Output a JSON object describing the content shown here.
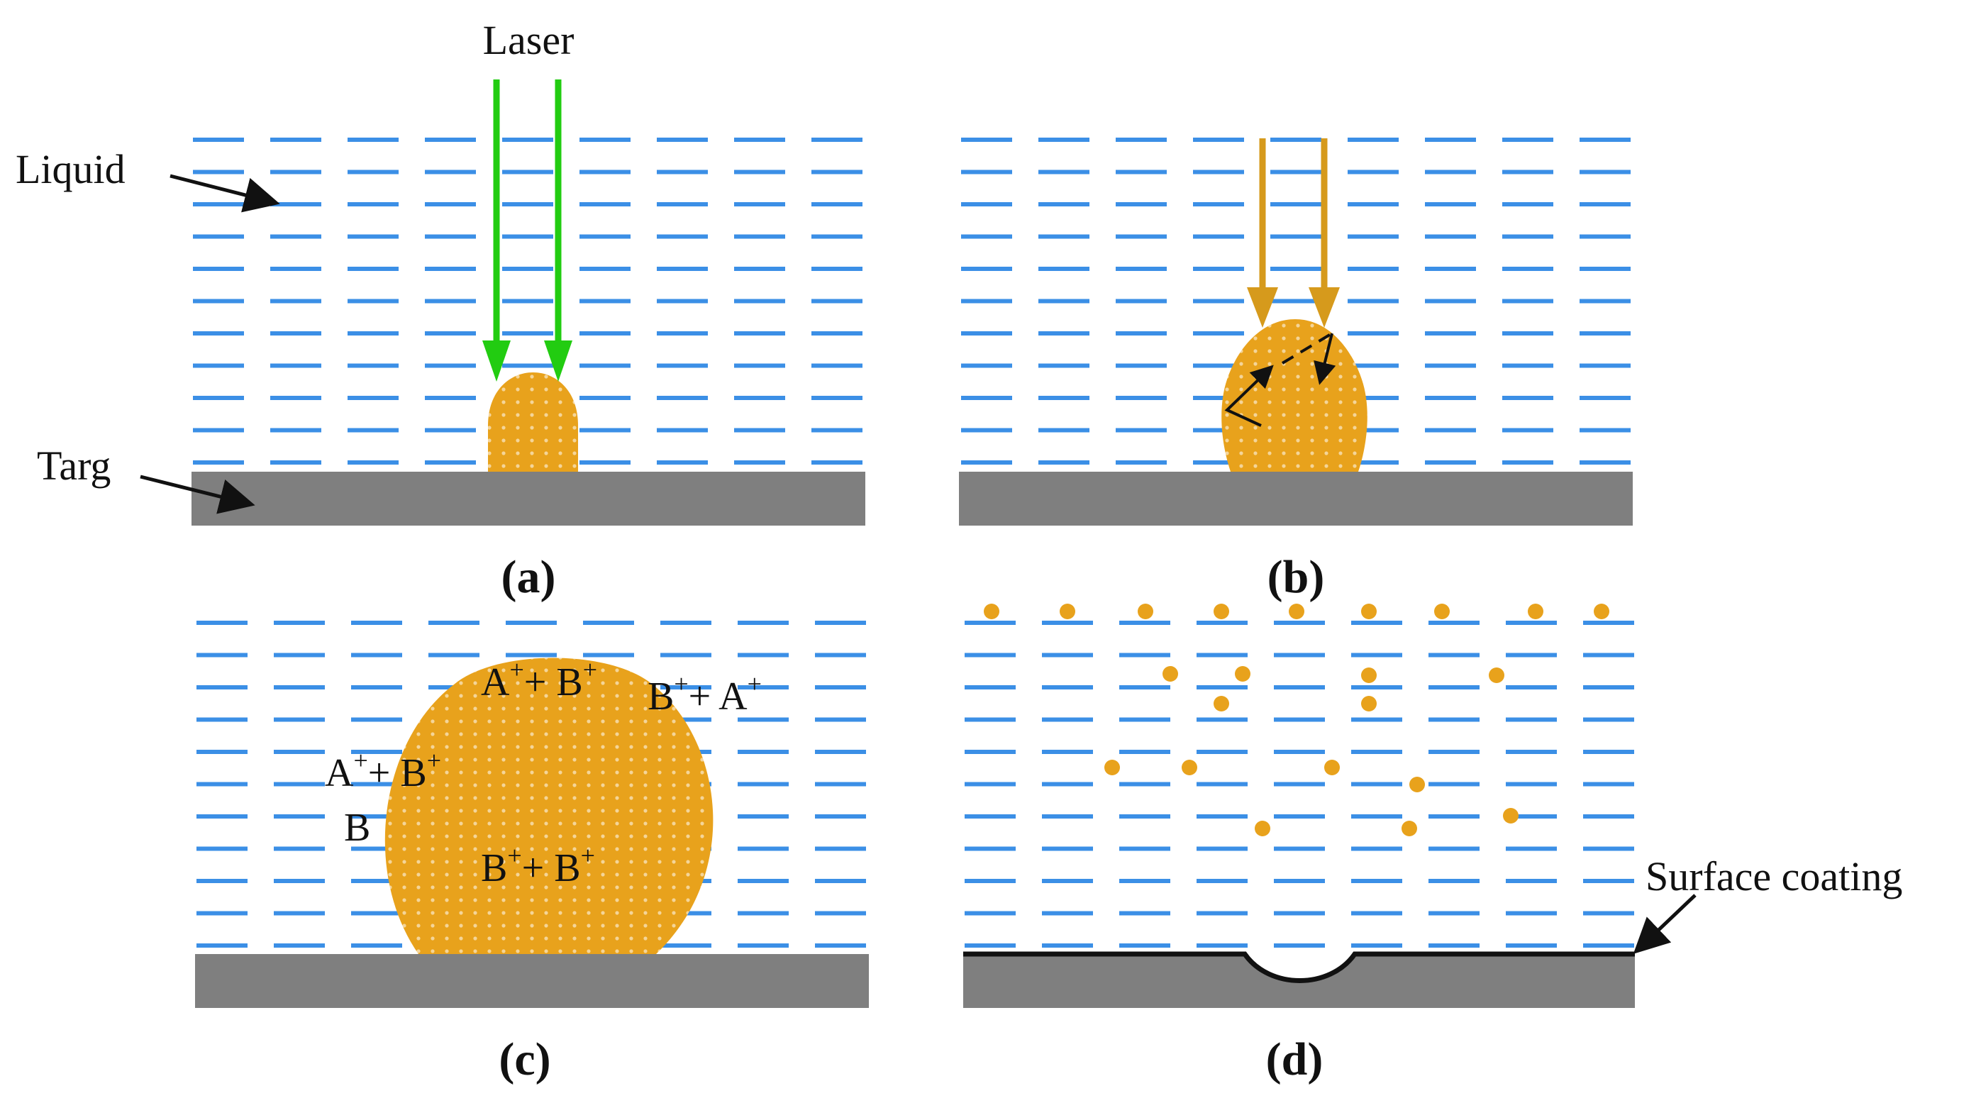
{
  "labels": {
    "laser": "Laser",
    "liquid": "Liquid",
    "target": "Targ",
    "surface_coating": "Surface coating"
  },
  "panels": {
    "a": "(a)",
    "b": "(b)",
    "c": "(c)",
    "d": "(d)"
  },
  "ions": {
    "top": {
      "s1": "A",
      "s1_sup": "+",
      "op": "+ ",
      "s2": "B",
      "s2_sup": "+"
    },
    "right": {
      "s1": "B",
      "s1_sup": "+",
      "op": "+ ",
      "s2": "A",
      "s2_sup": "+"
    },
    "left": {
      "s1": "A",
      "s1_sup": "+",
      "op": "+ ",
      "s2": "B",
      "s2_sup": "+"
    },
    "lone": {
      "s1": "B"
    },
    "bottom": {
      "s1": "B",
      "s1_sup": "+",
      "op": "+ ",
      "s2": "B",
      "s2_sup": "+"
    }
  },
  "colors": {
    "liquid": "#3b8fe6",
    "plume": "#e8a21c",
    "target": "#7f7f7f",
    "laser_green": "#22cc11",
    "laser_gold": "#d69a1c",
    "arrow": "#111111",
    "coating": "#111111"
  }
}
